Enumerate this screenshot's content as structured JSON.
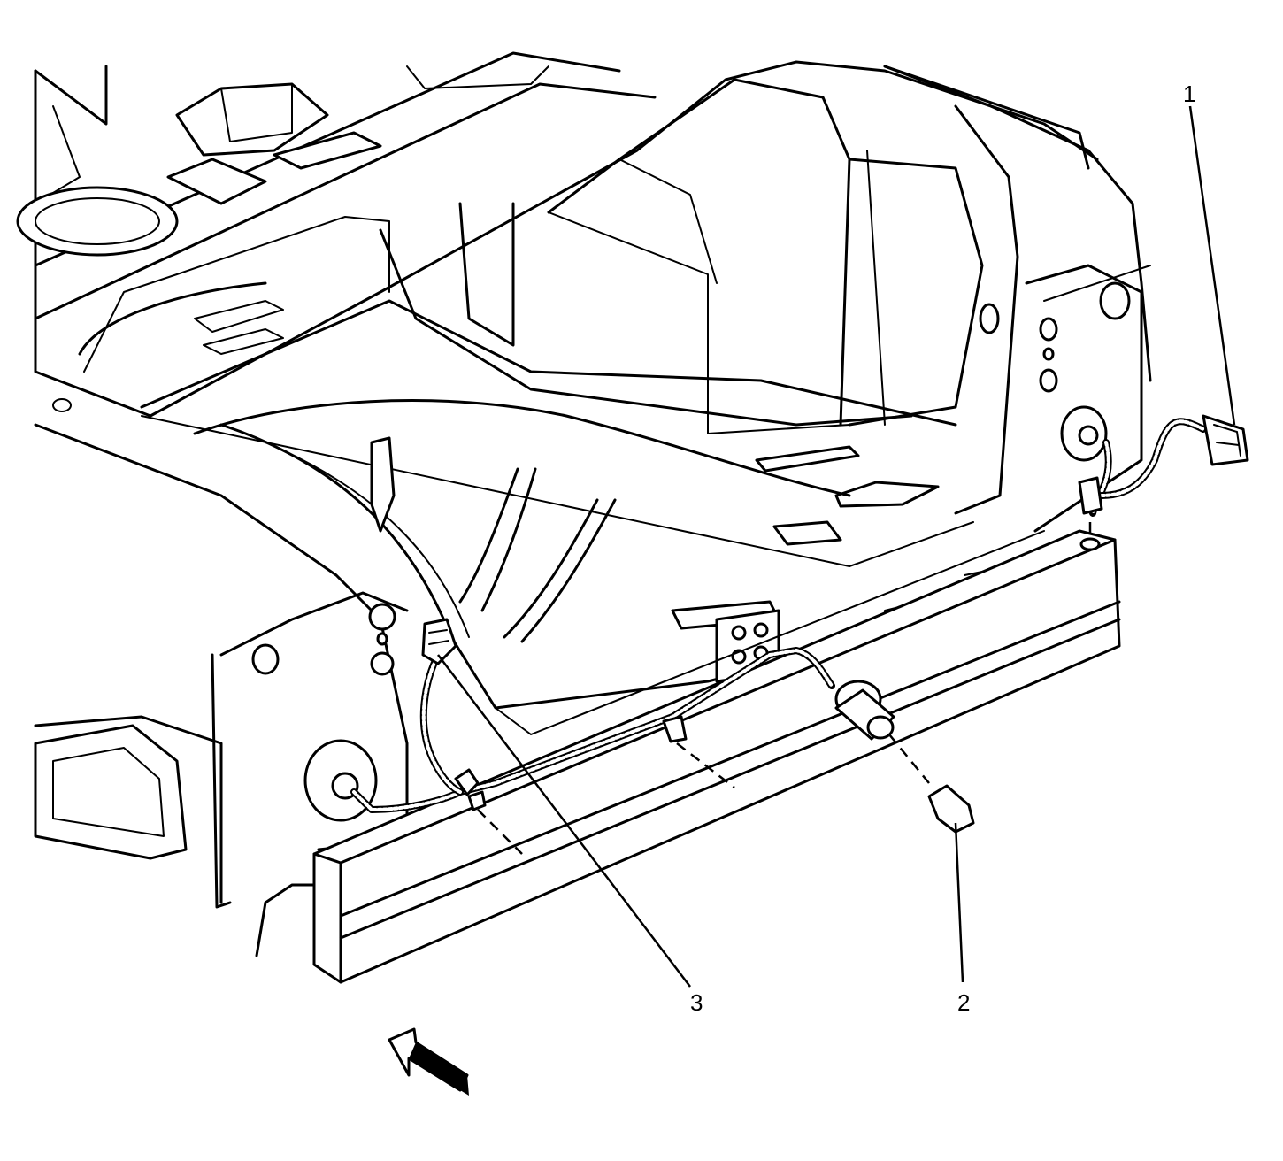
{
  "callouts": [
    {
      "id": "1",
      "label": "1"
    },
    {
      "id": "2",
      "label": "2"
    },
    {
      "id": "3",
      "label": "3"
    }
  ],
  "icons": {
    "view_direction": "view-direction-arrow-icon"
  }
}
